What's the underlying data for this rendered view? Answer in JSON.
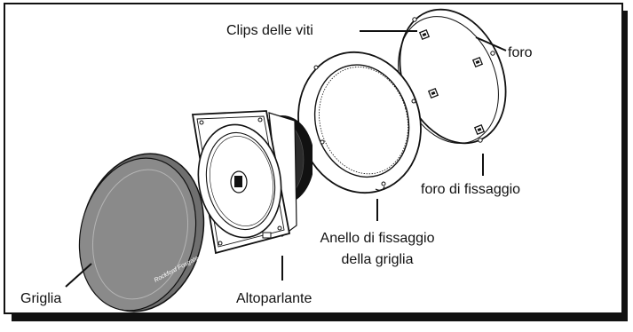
{
  "figure": {
    "labels": {
      "screw_clips": "Clips delle viti",
      "hole": "foro",
      "mounting_hole": "foro di fissaggio",
      "grille_ring_line1": "Anello di fissaggio",
      "grille_ring_line2": "della griglia",
      "grille": "Griglia",
      "speaker": "Altoparlante"
    },
    "brand_mark": "Rockford Fosgate",
    "colors": {
      "frame": "#111111",
      "shadow": "#111111",
      "grille_fill": "#8a8a8a",
      "line": "#111111",
      "surround": "#2b2b2b",
      "paper": "#ffffff"
    }
  }
}
